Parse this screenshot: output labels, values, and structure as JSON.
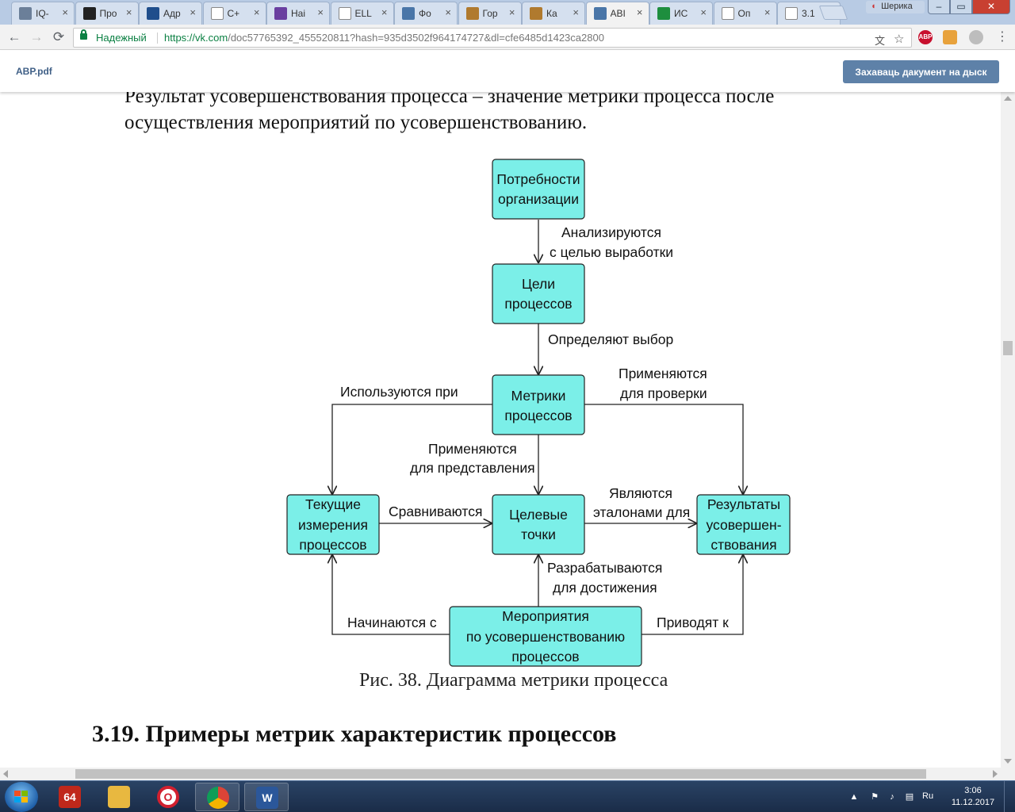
{
  "browser": {
    "tabs": [
      {
        "label": "IQ-",
        "icon": "grid-icon",
        "color": "#6b7f99"
      },
      {
        "label": "Про",
        "icon": "tripadvisor-icon",
        "color": "#222222"
      },
      {
        "label": "Адр",
        "icon": "map-icon",
        "color": "#1f4e8c"
      },
      {
        "label": "С+",
        "icon": "document-icon",
        "color": "#ffffff"
      },
      {
        "label": "Наі",
        "icon": "square-icon",
        "color": "#6a3fa0"
      },
      {
        "label": "ELL",
        "icon": "document-icon",
        "color": "#ffffff"
      },
      {
        "label": "Фо",
        "icon": "vk-icon",
        "color": "#4a76a8"
      },
      {
        "label": "Гор",
        "icon": "nut-icon",
        "color": "#b07a2e"
      },
      {
        "label": "Ка",
        "icon": "nut-icon",
        "color": "#b07a2e"
      },
      {
        "label": "АВІ",
        "icon": "vk-icon",
        "color": "#4a76a8",
        "active": true
      },
      {
        "label": "ИС",
        "icon": "sheets-icon",
        "color": "#1e8e3e"
      },
      {
        "label": "Оп",
        "icon": "google-icon",
        "color": "#ffffff"
      },
      {
        "label": "3.1",
        "icon": "document-icon",
        "color": "#ffffff"
      }
    ],
    "close_glyph": "×",
    "user_label": "Шерика",
    "window_buttons": {
      "minimize": "–",
      "maximize": "▭",
      "close": "✕"
    },
    "nav": {
      "back": "←",
      "forward": "→",
      "reload": "⟳"
    },
    "secure_label": "Надежный",
    "url_host": "https://vk.com",
    "url_rest": "/doc57765392_455520811?hash=935d3502f964174727&dl=cfe6485d1423ca2800",
    "extensions": {
      "abp": "ABP",
      "menu": "⋮"
    }
  },
  "viewer": {
    "doc_title": "ABP.pdf",
    "save_button": "Захаваць дакумент на дыск"
  },
  "document": {
    "paragraph_line1": "Результат усовершенствования процесса – значение метрики процесса после",
    "paragraph_line2": "осуществления мероприятий по усовершенствованию.",
    "diagram": {
      "box_color": "#7befe8",
      "boxes": {
        "needs": [
          "Потребности",
          "организации"
        ],
        "goals": [
          "Цели",
          "процессов"
        ],
        "metrics": [
          "Метрики",
          "процессов"
        ],
        "current": [
          "Текущие",
          "измерения",
          "процессов"
        ],
        "targets": [
          "Целевые",
          "точки"
        ],
        "results": [
          "Результаты",
          "усовершен-",
          "ствования"
        ],
        "measures": [
          "Мероприятия",
          "по усовершенствованию",
          "процессов"
        ]
      },
      "labels": {
        "analyzed": [
          "Анализируются",
          "с целью выработки"
        ],
        "define": "Определяют выбор",
        "used_in": "Используются при",
        "applied_check": [
          "Применяются",
          "для проверки"
        ],
        "applied_repr": [
          "Применяются",
          "для представления"
        ],
        "compared": "Сравниваются",
        "are_standards": [
          "Являются",
          "эталонами для"
        ],
        "developed": [
          "Разрабатываются",
          "для достижения"
        ],
        "start_with": "Начинаются с",
        "lead_to": "Приводят к"
      }
    },
    "caption": "Рис. 38. Диаграмма метрики процесса",
    "section_heading": "3.19.  Примеры метрик характеристик процессов"
  },
  "taskbar": {
    "apps": [
      {
        "name": "aida64",
        "label": "64",
        "color": "#c0281b"
      },
      {
        "name": "file-explorer",
        "label": "",
        "color": "#e8b840"
      },
      {
        "name": "opera",
        "label": "O",
        "color": "#d2202f"
      },
      {
        "name": "chrome",
        "label": "",
        "color": "#2f9e44",
        "open": true
      },
      {
        "name": "word",
        "label": "W",
        "color": "#2b579a",
        "open": true
      }
    ],
    "tray_up": "▲",
    "language": "Ru",
    "time": "3:06",
    "date": "11.12.2017"
  }
}
